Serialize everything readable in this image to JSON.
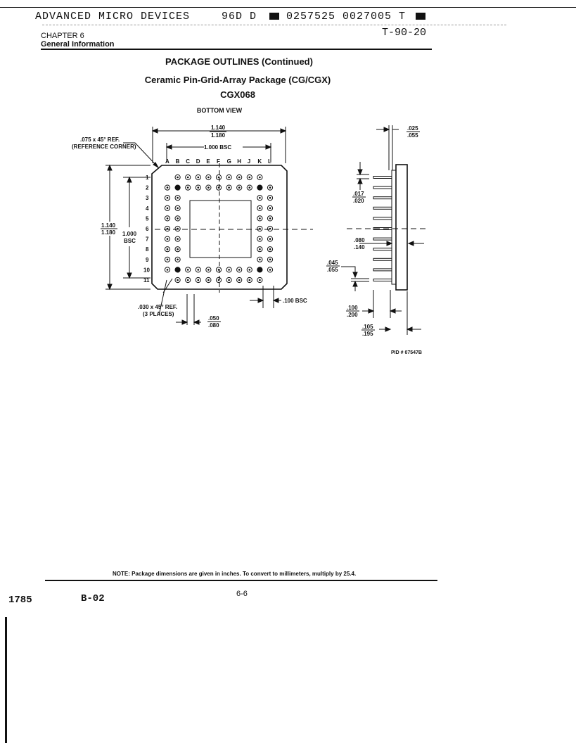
{
  "header": {
    "company": "ADVANCED MICRO DEVICES",
    "code_a": "96D D",
    "code_b": "0257525 0027005 T",
    "chapter": "CHAPTER 6",
    "section": "General Information",
    "ref_code": "T-90-20"
  },
  "titles": {
    "main": "PACKAGE OUTLINES (Continued)",
    "sub": "Ceramic Pin-Grid-Array Package (CG/CGX)",
    "model": "CGX068",
    "view": "BOTTOM VIEW"
  },
  "pin_grid": {
    "columns": [
      "A",
      "B",
      "C",
      "D",
      "E",
      "F",
      "G",
      "H",
      "J",
      "K",
      "L"
    ],
    "rows": [
      "1",
      "2",
      "3",
      "4",
      "5",
      "6",
      "7",
      "8",
      "9",
      "10",
      "11"
    ]
  },
  "dimensions": {
    "width_top": "1.140",
    "width_bot": "1.180",
    "pitch_span": "1.000 BSC",
    "height_top": "1.140",
    "height_bot": "1.180",
    "inner_top": "1.000",
    "inner_bot": "BSC",
    "corner_ref": ".075 x 45° REF.",
    "corner_ref2": "(REFERENCE CORNER)",
    "corner_places": ".030 x 45° REF.",
    "corner_places2": "(3 PLACES)",
    "pin_dia_top": ".050",
    "pin_dia_bot": ".080",
    "pin_spacing": ".100 BSC",
    "side_top_a": ".025",
    "side_top_b": ".055",
    "side_017": ".017",
    "side_020": ".020",
    "side_080": ".080",
    "side_140": ".140",
    "side_045": ".045",
    "side_055": ".055",
    "side_100": ".100",
    "side_200": ".200",
    "side_105": ".105",
    "side_195": ".195"
  },
  "pid": "PID # 07547B",
  "note": "NOTE:  Package dimensions are given in inches.  To convert to millimeters, multiply by 25.4.",
  "footer": {
    "left_num": "1785",
    "left_code": "B-02",
    "page": "6-6"
  }
}
